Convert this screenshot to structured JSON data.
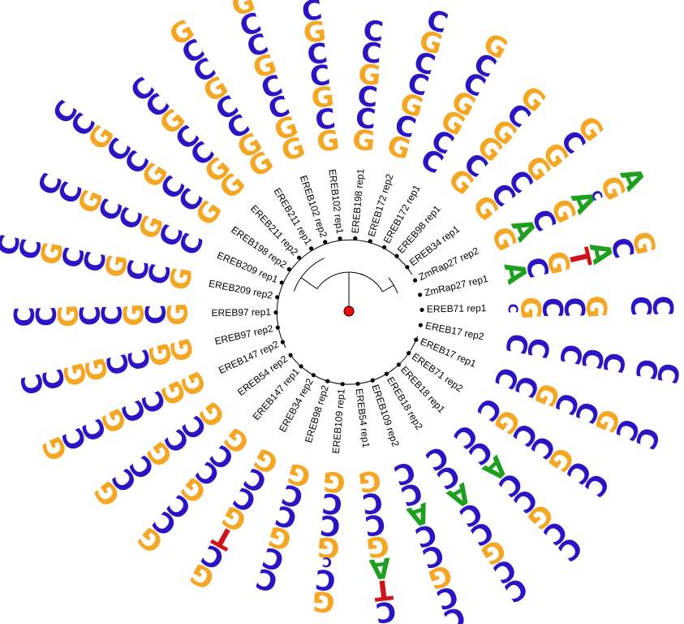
{
  "tree": {
    "root_color": "#ff0000",
    "branch_color": "#000000",
    "leaves": [
      {
        "label": "ZmRap27 rep2",
        "motif": "GACGAcGA"
      },
      {
        "label": "ZmRap27 rep1",
        "motif": "ACGTACG"
      },
      {
        "label": "EREB71 rep1",
        "motif": "cGCCG__CC"
      },
      {
        "label": "EREB17 rep2",
        "motif": "CC_CCC_CC"
      },
      {
        "label": "EREB17 rep1",
        "motif": "CCGCCGCC"
      },
      {
        "label": "EREB71 rep2",
        "motif": "CGCCGCC"
      },
      {
        "label": "EREB18 rep1",
        "motif": "CCACCGCC"
      },
      {
        "label": "EREB18 rep2",
        "motif": "CCACCGCC"
      },
      {
        "label": "EREB109 rep2",
        "motif": "CCACCGCC"
      },
      {
        "label": "EREB54 rep1",
        "motif": "GCCGATCC"
      },
      {
        "label": "EREB109 rep1",
        "motif": "GCCGcCG"
      },
      {
        "label": "EREB98 rep2",
        "motif": "GCCGCC"
      },
      {
        "label": "EREB34 rep2",
        "motif": "GCCGTCG"
      },
      {
        "label": "EREB147 rep1",
        "motif": "GCCGCCG"
      },
      {
        "label": "EREB54 rep2",
        "motif": "GCCGCCG"
      },
      {
        "label": "EREB147 rep2",
        "motif": "GGCCGCCG"
      },
      {
        "label": "EREB97 rep2",
        "motif": "GGCCGGCC"
      },
      {
        "label": "EREB97 rep1",
        "motif": "GCGCCGCC"
      },
      {
        "label": "EREB209 rep2",
        "motif": "GCCGCCGCC"
      },
      {
        "label": "EREB209 rep1",
        "motif": "CCGCCGCC"
      },
      {
        "label": "EREB198 rep2",
        "motif": "GCCGCCGCC"
      },
      {
        "label": "EREB211 rep2",
        "motif": "GGCCGCC"
      },
      {
        "label": "EREB211 rep1",
        "motif": "GGCCGCCG"
      },
      {
        "label": "EREB102 rep2",
        "motif": "GGCCGCCG"
      },
      {
        "label": "EREB102 rep1",
        "motif": "GCGCCGC"
      },
      {
        "label": "EREB198 rep1",
        "motif": "GCCGCC"
      },
      {
        "label": "EREB172 rep2",
        "motif": "GCGCCGC"
      },
      {
        "label": "EREB172 rep1",
        "motif": "CCGGCCG"
      },
      {
        "label": "EREB98 rep1",
        "motif": "GCGGCG"
      },
      {
        "label": "EREB34 rep1",
        "motif": "GCCGGCG"
      }
    ],
    "base_colors": {
      "A": "#1f9f1f",
      "C": "#2b14c4",
      "G": "#f5a623",
      "T": "#d0141c"
    }
  }
}
